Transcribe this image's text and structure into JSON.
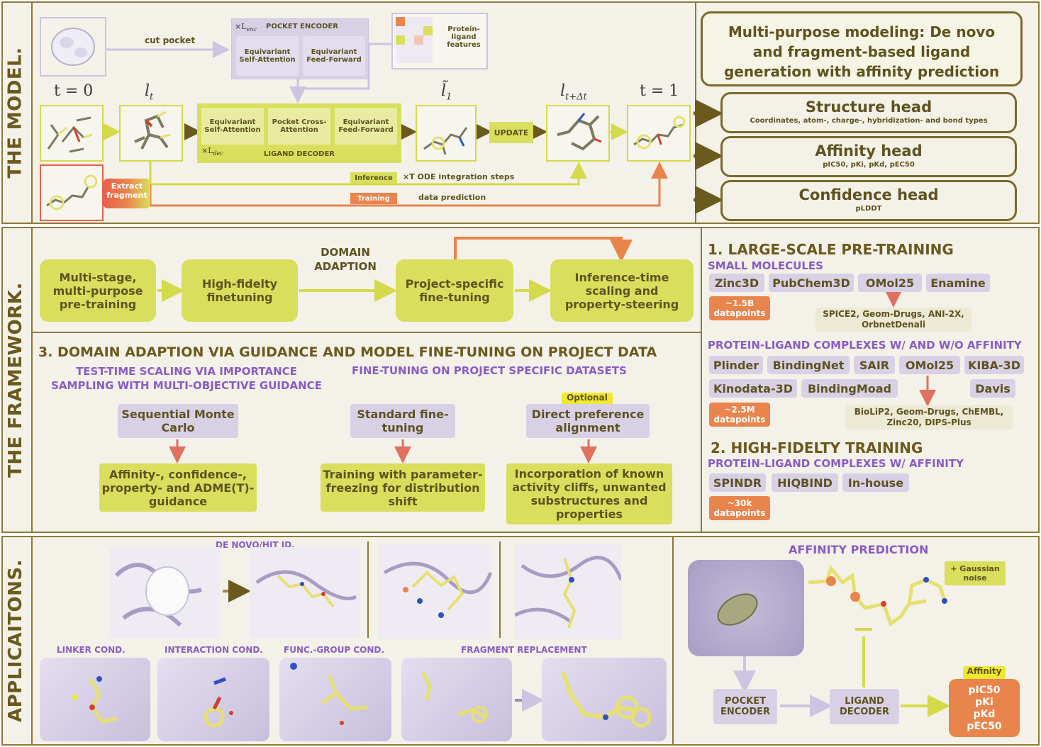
{
  "sections": {
    "model": "THE MODEL.",
    "framework": "THE FRAMEWORK.",
    "applications": "APPLICAITONS."
  },
  "model": {
    "cut_pocket": "cut pocket",
    "pocket_encoder": {
      "mult": "×L",
      "mult_sub": "enc",
      "title": "POCKET ENCODER",
      "blocks": [
        "Equivariant Self-Attention",
        "Equivariant Feed-Forward"
      ]
    },
    "features_label": "Protein-ligand features",
    "t0": "t = 0",
    "lt": "l",
    "lt_sub": "t",
    "l1": "l̃",
    "l1_sub": "1",
    "ltdt": "l",
    "ltdt_sub": "t+Δt",
    "t1": "t = 1",
    "ligand_decoder": {
      "blocks": [
        "Equivariant Self-Attention",
        "Pocket Cross-Attention",
        "Equivariant Feed-Forward"
      ],
      "mult": "×L",
      "mult_sub": "dec",
      "title": "LIGAND DECODER"
    },
    "update": "UPDATE",
    "extract_fragment": "Extract fragment",
    "inference": "Inference",
    "inference_note": "×T ODE integration steps",
    "training": "Training",
    "training_note": "data prediction",
    "multi_purpose": "Multi-purpose modeling: De novo and fragment-based ligand generation with affinity prediction",
    "heads": [
      {
        "title": "Structure head",
        "sub": "Coordinates, atom-, charge-, hybridization- and bond types"
      },
      {
        "title": "Affinity head",
        "sub": "pIC50, pKi, pKd, pEC50"
      },
      {
        "title": "Confidence head",
        "sub": "pLDDT"
      }
    ]
  },
  "framework": {
    "domain_adaption": "DOMAIN ADAPTION",
    "flow": [
      "Multi-stage, multi-purpose pre-training",
      "High-fidelty finetuning",
      "Project-specific fine-tuning",
      "Inference-time scaling and property-steering"
    ],
    "section3_title": "3. DOMAIN ADAPTION VIA GUIDANCE AND MODEL FINE-TUNING ON PROJECT DATA",
    "tts_title": "TEST-TIME SCALING VIA IMPORTANCE SAMPLING WITH MULTI-OBJECTIVE GUIDANCE",
    "ft_title": "FINE-TUNING ON PROJECT SPECIFIC DATASETS",
    "smc": "Sequential Monte Carlo",
    "smc_out": "Affinity-, confidence-, property- and ADME(T)-guidance",
    "std_ft": "Standard fine-tuning",
    "std_ft_out": "Training with parameter-freezing for distribution shift",
    "optional": "Optional",
    "dpa": "Direct preference alignment",
    "dpa_out": "Incorporation of known activity cliffs, unwanted substructures and properties"
  },
  "pretraining": {
    "title": "1. LARGE-SCALE PRE-TRAINING",
    "small_mol": "SMALL MOLECULES",
    "small_mol_ds": [
      "Zinc3D",
      "PubChem3D",
      "OMol25",
      "Enamine"
    ],
    "small_count": "~1.5B datapoints",
    "small_extra": "SPICE2, Geom-Drugs, ANI-2X, OrbnetDenali",
    "plc_title": "PROTEIN-LIGAND COMPLEXES W/ AND W/O AFFINITY",
    "plc_ds": [
      "Plinder",
      "BindingNet",
      "SAIR",
      "OMol25",
      "KIBA-3D",
      "Kinodata-3D",
      "BindingMoad",
      "Davis"
    ],
    "plc_count": "~2.5M datapoints",
    "plc_extra": "BioLiP2, Geom-Drugs, ChEMBL, Zinc20, DIPS-Plus",
    "hf_title": "2. HIGH-FIDELTY TRAINING",
    "hf_sub": "PROTEIN-LIGAND COMPLEXES W/ AFFINITY",
    "hf_ds": [
      "SPINDR",
      "HIQBIND",
      "In-house"
    ],
    "hf_count": "~30k datapoints"
  },
  "applications": {
    "denovo": "DE NOVO/HIT ID.",
    "linker": "LINKER COND.",
    "interaction": "INTERACTION COND.",
    "funcgroup": "FUNC.-GROUP COND.",
    "fragment": "FRAGMENT REPLACEMENT",
    "affinity_title": "AFFINITY PREDICTION",
    "gaussian": "+ Gaussian noise",
    "pocket_encoder": "POCKET ENCODER",
    "ligand_decoder": "LIGAND DECODER",
    "affinity_label": "Affinity",
    "affinity_outputs": "pIC50 pKi pKd pEC50"
  },
  "colors": {
    "olive": "#6b5a1d",
    "lime": "#d9df5c",
    "lavender": "#d8d1e6",
    "orange": "#e8844c",
    "purple_text": "#8a5cc2"
  }
}
